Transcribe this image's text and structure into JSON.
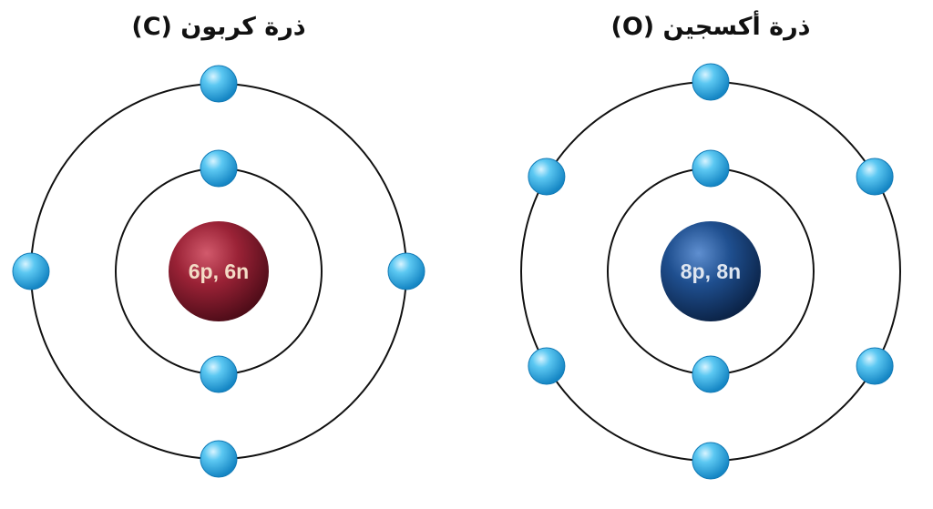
{
  "atoms": [
    {
      "key": "carbon",
      "title": "ذرة كربون (C)",
      "nucleus_label": "6p, 6n",
      "nucleus_color": "#9a2236",
      "label_color": "#f3dcc6",
      "inner_shell_electrons": 2,
      "outer_shell_electrons": 4
    },
    {
      "key": "oxygen",
      "title": "ذرة أكسجين (O)",
      "nucleus_label": "8p, 8n",
      "nucleus_color": "#1f4f8f",
      "label_color": "#dfe6f0",
      "inner_shell_electrons": 2,
      "outer_shell_electrons": 6
    }
  ],
  "colors": {
    "electron": "#2aaee6",
    "orbit": "#111111"
  }
}
